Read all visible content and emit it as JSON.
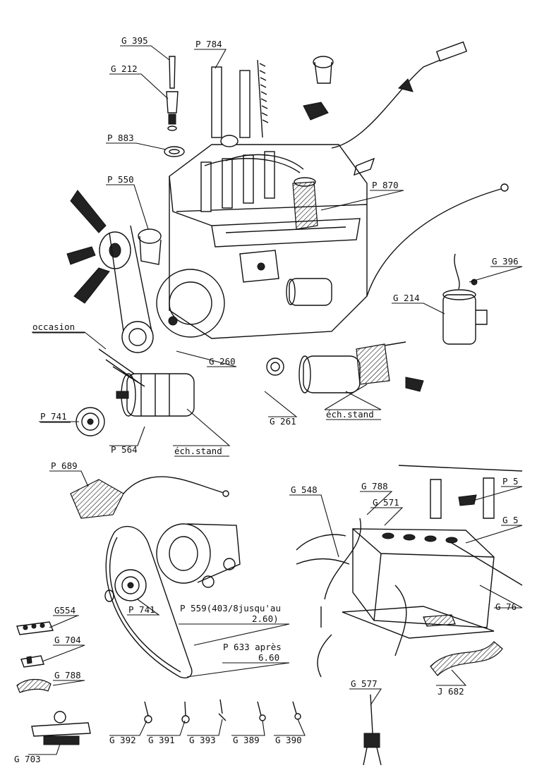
{
  "labels": {
    "g395": "G 395",
    "g212": "G 212",
    "p784": "P 784",
    "p883": "P 883",
    "p550": "P 550",
    "p870": "P 870",
    "g396": "G 396",
    "g214": "G 214",
    "occasion": "occasion",
    "g260": "G 260",
    "g261": "G 261",
    "ech_stand_1": "éch.stand",
    "p741_top": "P 741",
    "p564": "P 564",
    "ech_stand_2": "éch.stand",
    "p689": "P 689",
    "g548": "G 548",
    "g788_top": "G 788",
    "g571": "G 571",
    "p5_cut": "P 5",
    "g5_cut": "G 5",
    "g76_cut": "G 76",
    "p741_bottom": "P 741",
    "p559_line1": "P 559(403/8jusqu'au",
    "p559_line2": "2.60)",
    "p633_line1": "P 633 après",
    "p633_line2": "6.60",
    "g554": "G554",
    "g704": "G 704",
    "g788_bottom": "G 788",
    "j682": "J 682",
    "g577": "G 577",
    "g392": "G 392",
    "g391": "G 391",
    "g393": "G 393",
    "g389": "G 389",
    "g390": "G 390",
    "g703": "G 703"
  },
  "colors": {
    "ink": "#111111",
    "paper": "#ffffff"
  }
}
